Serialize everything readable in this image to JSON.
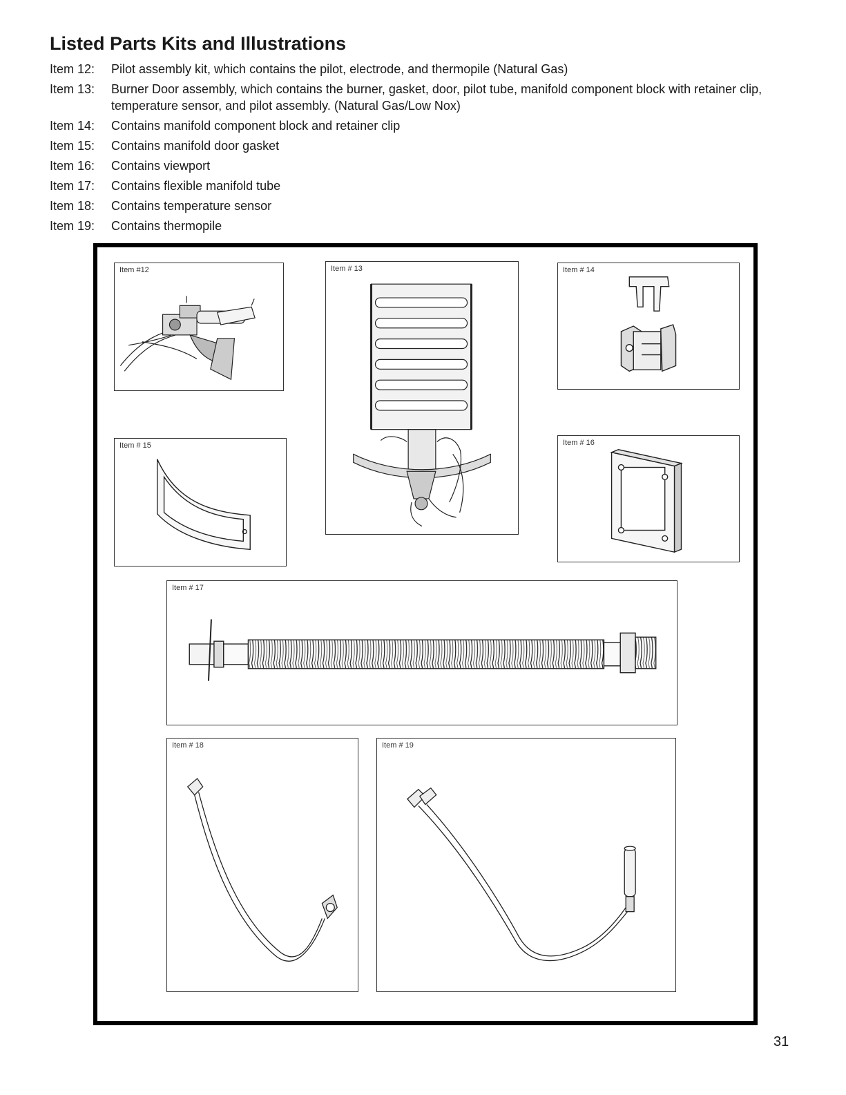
{
  "page": {
    "title": "Listed Parts Kits and Illustrations",
    "page_number": "31"
  },
  "items": [
    {
      "label": "Item 12:",
      "desc": "Pilot assembly kit, which contains the pilot, electrode, and thermopile (Natural Gas)"
    },
    {
      "label": "Item 13:",
      "desc": "Burner Door assembly, which contains the burner, gasket, door, pilot tube, manifold component block with retainer clip, temperature sensor, and pilot assembly. (Natural Gas/Low Nox)"
    },
    {
      "label": "Item 14:",
      "desc": "Contains manifold component block and retainer clip"
    },
    {
      "label": "Item 15:",
      "desc": "Contains manifold door gasket"
    },
    {
      "label": "Item 16:",
      "desc": "Contains viewport"
    },
    {
      "label": "Item 17:",
      "desc": "Contains flexible manifold tube"
    },
    {
      "label": "Item 18:",
      "desc": "Contains temperature sensor"
    },
    {
      "label": "Item 19:",
      "desc": "Contains thermopile"
    }
  ],
  "panels": {
    "p12": "Item #12",
    "p13": "Item # 13",
    "p14": "Item # 14",
    "p15": "Item # 15",
    "p16": "Item # 16",
    "p17": "Item # 17",
    "p18": "Item # 18",
    "p19": "Item # 19"
  }
}
